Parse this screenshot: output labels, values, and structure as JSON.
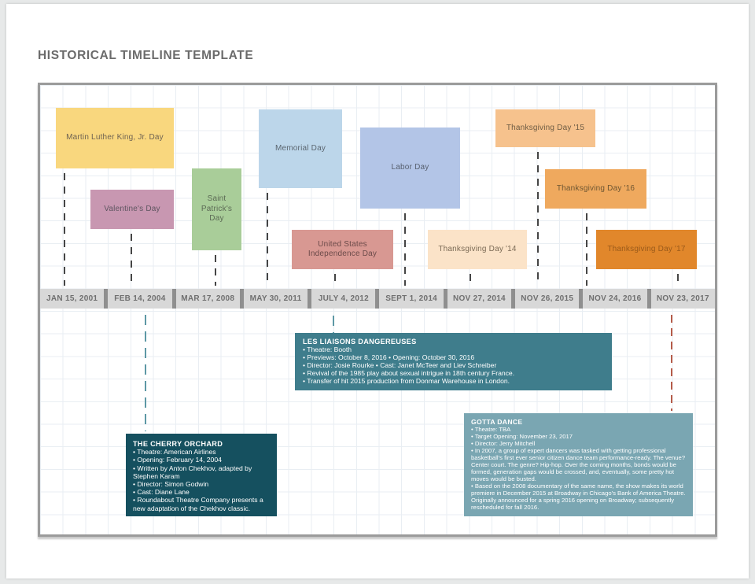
{
  "page": {
    "title": "HISTORICAL TIMELINE TEMPLATE"
  },
  "timeline": {
    "dates": [
      "JAN 15, 2001",
      "FEB 14, 2004",
      "MAR 17, 2008",
      "MAY 30, 2011",
      "JULY 4, 2012",
      "SEPT 1, 2014",
      "NOV 27, 2014",
      "NOV 26, 2015",
      "NOV 24, 2016",
      "NOV 23, 2017"
    ],
    "events": [
      {
        "label": "Martin Luther King, Jr. Day",
        "bg": "#f9d77e",
        "fg": "#6f6352"
      },
      {
        "label": "Valentine's Day",
        "bg": "#c897b1",
        "fg": "#5e5560"
      },
      {
        "label": "Saint Patrick's Day",
        "bg": "#a9cd99",
        "fg": "#5c6a55"
      },
      {
        "label": "Memorial Day",
        "bg": "#bcd6ea",
        "fg": "#5b6670"
      },
      {
        "label": "Labor Day",
        "bg": "#b3c5e7",
        "fg": "#565f6e"
      },
      {
        "label": "United States Independence Day",
        "bg": "#d89892",
        "fg": "#6b4a49"
      },
      {
        "label": "Thanksgiving Day '14",
        "bg": "#fbe3c8",
        "fg": "#7b6a55"
      },
      {
        "label": "Thanksgiving Day '15",
        "bg": "#f6c28d",
        "fg": "#6e5c44"
      },
      {
        "label": "Thanksgiving Day '16",
        "bg": "#efa95e",
        "fg": "#6e5632"
      },
      {
        "label": "Thanksgiving Day '17",
        "bg": "#e1872b",
        "fg": "#9a5a1a"
      }
    ],
    "connector_colors": {
      "default": "#454545",
      "teal": "#5d98a5",
      "red": "#b65c49"
    }
  },
  "infoboxes": [
    {
      "title": "LES LIAISONS DANGEREUSES",
      "bg": "#3f7d8c",
      "items": [
        "• Theatre: Booth",
        "• Previews: October 8, 2016 • Opening: October 30, 2016",
        "• Director: Josie Rourke • Cast: Janet McTeer and Liev Schreiber",
        "• Revival of the 1985 play about sexual intrigue in 18th century France.",
        "• Transfer of hit 2015 production from Donmar Warehouse in London."
      ]
    },
    {
      "title": "THE CHERRY ORCHARD",
      "bg": "#15505f",
      "items": [
        "• Theatre: American Airlines",
        "• Opening: February 14, 2004",
        "• Written by Anton Chekhov, adapted by Stephen Karam",
        "• Director: Simon Godwin",
        "• Cast: Diane Lane",
        "• Roundabout Theatre Company presents a new adaptation of the Chekhov classic."
      ]
    },
    {
      "title": "GOTTA DANCE",
      "bg": "#7aa6b2",
      "items": [
        "• Theatre: TBA",
        "• Target Opening: November 23, 2017",
        "• Director: Jerry Mitchell",
        "• In 2007, a group of expert dancers was tasked with getting professional basketball's first ever senior citizen dance team performance-ready. The venue? Center court. The genre? Hip-hop. Over the coming months, bonds would be formed, generation gaps would be crossed, and, eventually, some pretty hot moves would be busted.",
        "• Based on the 2008 documentary of the same name, the show makes its world premiere in December 2015 at Broadway in Chicago's Bank of America Theatre. Originally announced for a spring 2016 opening on Broadway; subsequently rescheduled for fall 2016."
      ]
    }
  ]
}
